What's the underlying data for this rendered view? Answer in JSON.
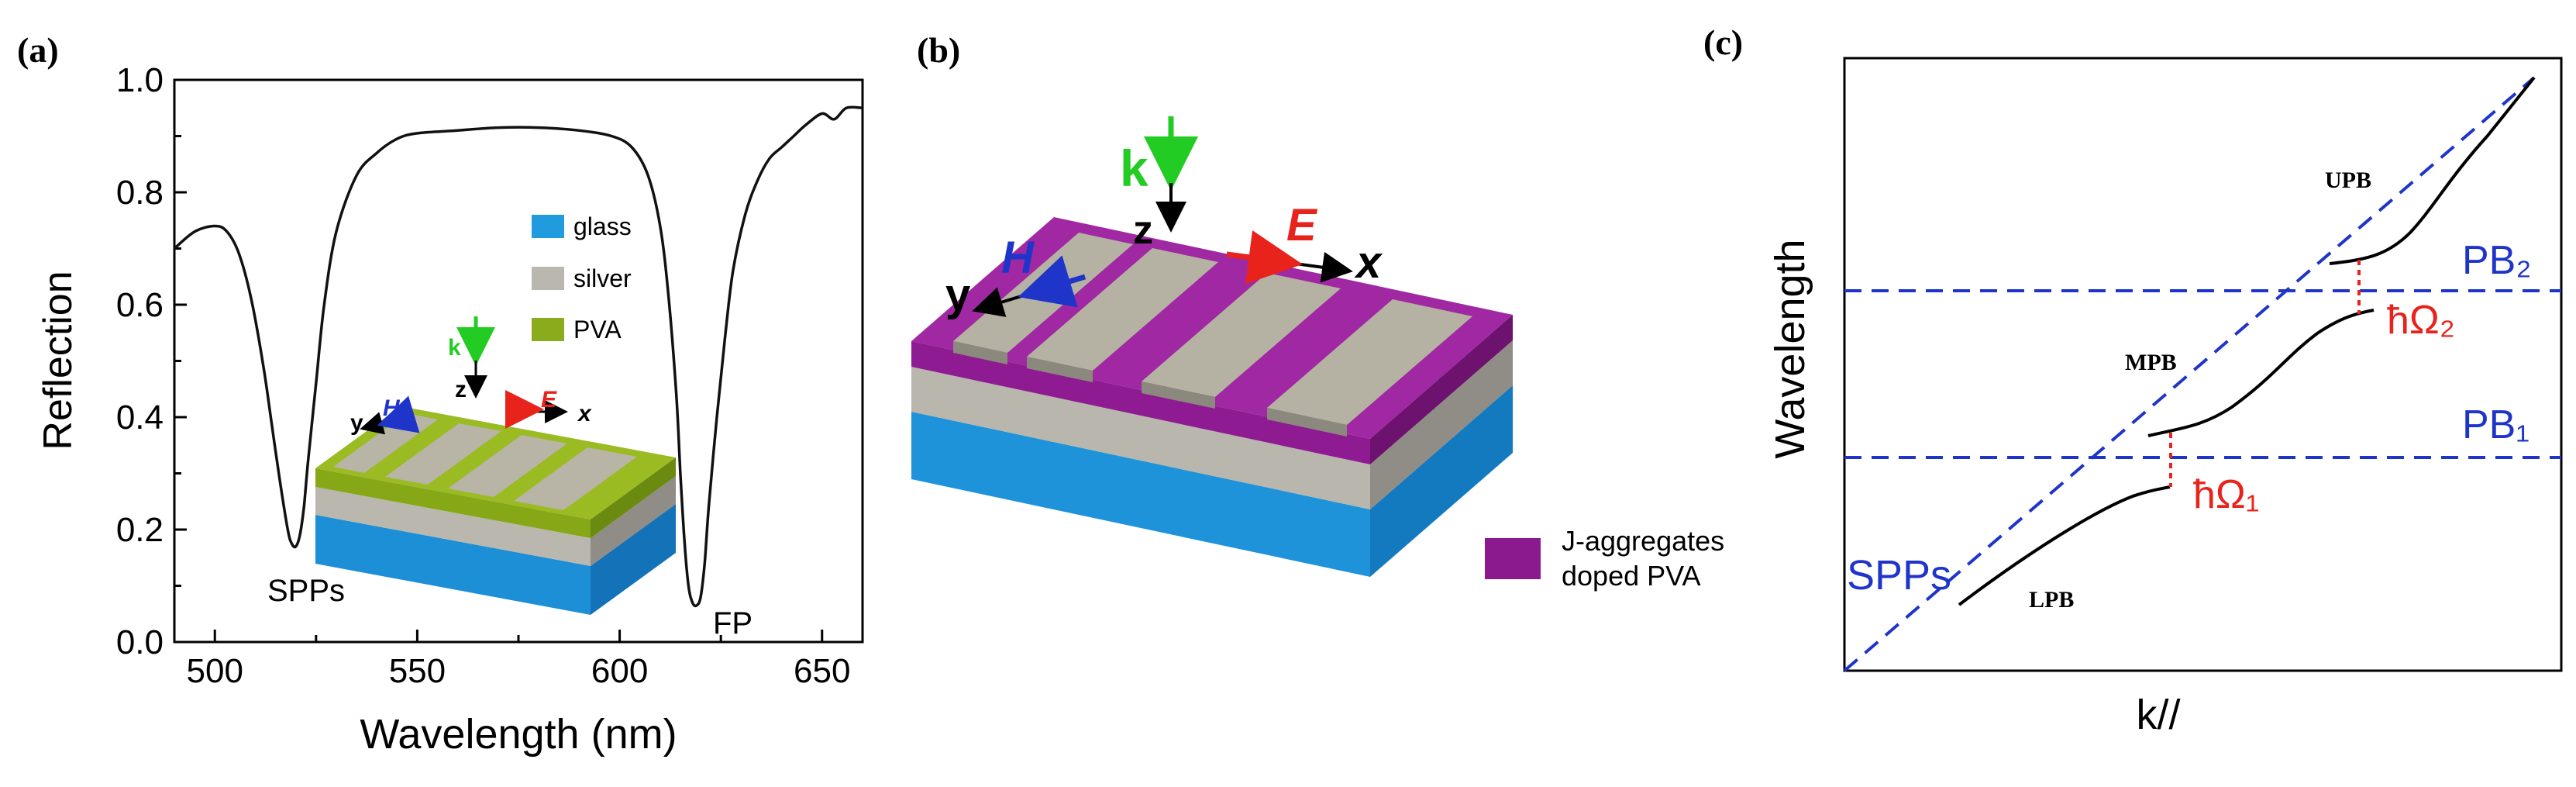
{
  "panel_a": {
    "label": "(a)",
    "ylabel": "Reflection",
    "xlabel": "Wavelength (nm)",
    "annotations": [
      "SPPs",
      "FP"
    ],
    "legend": [
      {
        "name": "glass",
        "color": "#1f9bde"
      },
      {
        "name": "silver",
        "color": "#b9b7ae"
      },
      {
        "name": "PVA",
        "color": "#8aac1c"
      }
    ],
    "axes_labels": {
      "k": "k",
      "z": "z",
      "y": "y",
      "H": "H",
      "E": "E",
      "x": "x"
    }
  },
  "panel_b": {
    "label": "(b)",
    "axes_labels": {
      "k": "k",
      "z": "z",
      "y": "y",
      "H": "H",
      "E": "E",
      "x": "x"
    },
    "legend_line1": "J-aggregates",
    "legend_line2": "doped PVA",
    "legend_color": "#8b1a8e"
  },
  "panel_c": {
    "label": "(c)",
    "ylabel": "Wavelength",
    "xlabel": "k//",
    "labels": {
      "upb": "UPB",
      "mpb": "MPB",
      "lpb": "LPB",
      "spps": "SPPs",
      "pb2": "PB₂",
      "pb1": "PB₁",
      "omega2": "ħΩ₂",
      "omega1": "ħΩ₁"
    }
  },
  "chart_data": [
    {
      "type": "line",
      "title": "",
      "xlabel": "Wavelength (nm)",
      "ylabel": "Reflection",
      "xlim": [
        490,
        660
      ],
      "ylim": [
        0.0,
        1.0
      ],
      "xticks": [
        500,
        550,
        600,
        650
      ],
      "yticks": [
        0.0,
        0.2,
        0.4,
        0.6,
        0.8,
        1.0
      ],
      "series": [
        {
          "x": [
            490,
            495,
            500,
            503,
            506,
            509,
            512,
            514,
            516,
            518,
            519,
            520,
            521,
            522,
            523,
            525,
            527,
            530,
            535,
            540,
            545,
            550,
            560,
            570,
            580,
            590,
            598,
            603,
            607,
            610,
            612,
            614,
            615,
            616,
            617,
            618,
            619,
            620,
            621,
            622,
            624,
            626,
            628,
            631,
            634,
            637,
            640,
            643,
            646,
            650,
            653,
            656,
            660
          ],
          "y": [
            0.7,
            0.73,
            0.74,
            0.73,
            0.69,
            0.61,
            0.49,
            0.39,
            0.29,
            0.2,
            0.175,
            0.17,
            0.19,
            0.24,
            0.32,
            0.46,
            0.6,
            0.73,
            0.83,
            0.87,
            0.895,
            0.905,
            0.91,
            0.915,
            0.915,
            0.91,
            0.9,
            0.88,
            0.83,
            0.74,
            0.62,
            0.44,
            0.3,
            0.18,
            0.1,
            0.07,
            0.065,
            0.08,
            0.14,
            0.24,
            0.4,
            0.54,
            0.66,
            0.76,
            0.82,
            0.86,
            0.88,
            0.9,
            0.92,
            0.94,
            0.93,
            0.95,
            0.95
          ]
        }
      ]
    }
  ]
}
